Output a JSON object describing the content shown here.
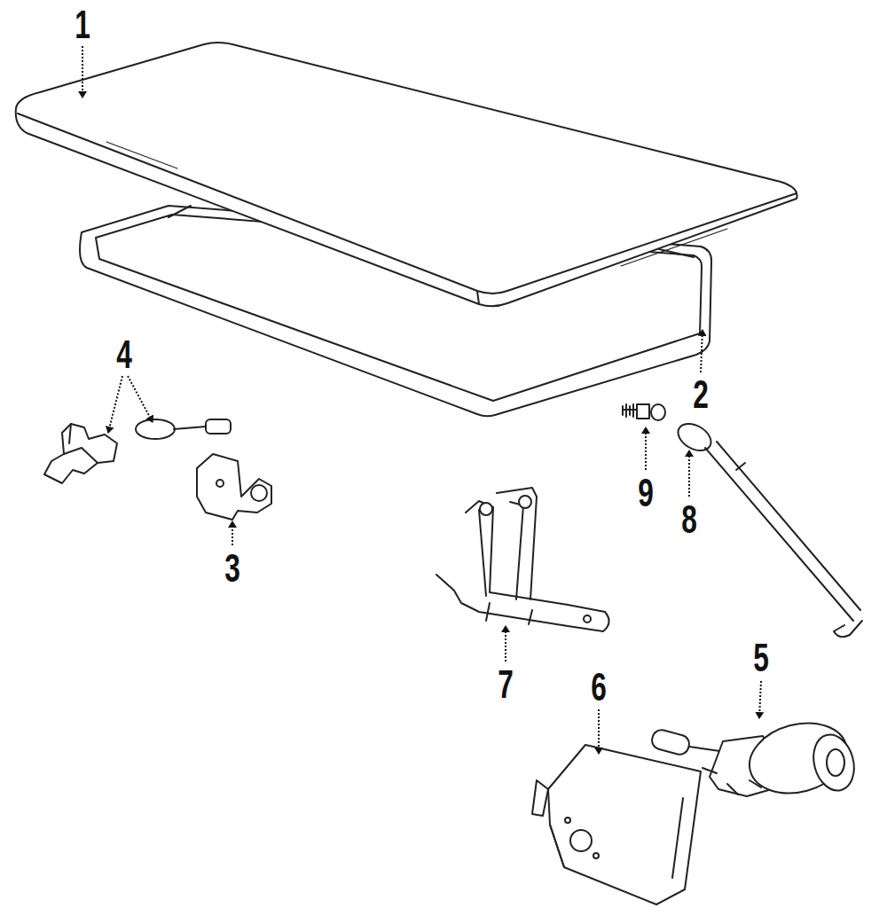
{
  "diagram": {
    "labels": [
      "1",
      "4",
      "2",
      "9",
      "8",
      "3",
      "5",
      "6",
      "7"
    ]
  }
}
